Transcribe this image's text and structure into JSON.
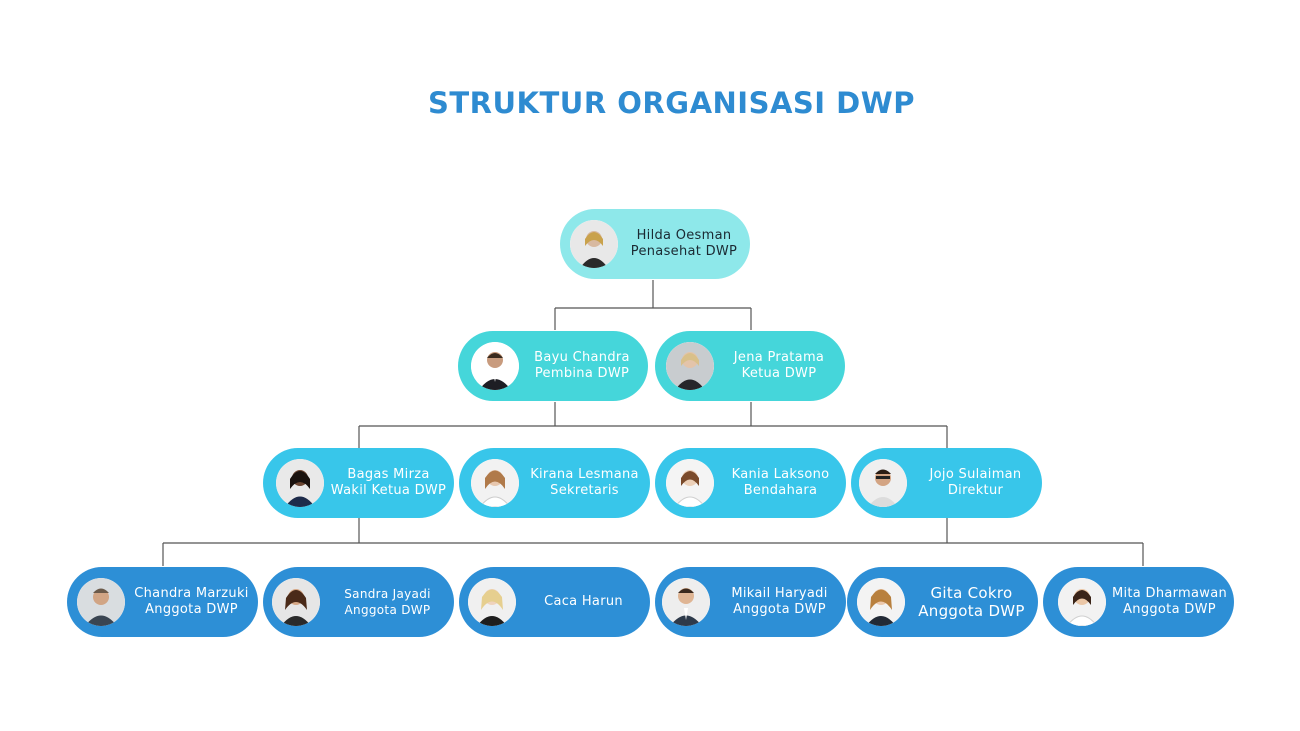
{
  "title": "STRUKTUR ORGANISASI DWP",
  "colors": {
    "title": "#2e8bd1",
    "level_0": "#8ee8ea",
    "level_1": "#45d6da",
    "level_2": "#38c6ea",
    "level_3": "#2d8fd6",
    "connector": "#555555"
  },
  "levels": [
    [
      {
        "name": "Hilda Oesman",
        "role": "Penasehat DWP",
        "avatar": "woman-photo-icon"
      }
    ],
    [
      {
        "name": "Bayu Chandra",
        "role": "Pembina DWP",
        "avatar": "man-photo-icon"
      },
      {
        "name": "Jena Pratama",
        "role": "Ketua DWP",
        "avatar": "woman-photo-icon"
      }
    ],
    [
      {
        "name": "Bagas Mirza",
        "role": "Wakil Ketua DWP",
        "avatar": "woman-photo-icon"
      },
      {
        "name": "Kirana Lesmana",
        "role": "Sekretaris",
        "avatar": "woman-photo-icon"
      },
      {
        "name": "Kania Laksono",
        "role": "Bendahara",
        "avatar": "woman-photo-icon"
      },
      {
        "name": "Jojo Sulaiman",
        "role": "Direktur",
        "avatar": "man-photo-icon"
      }
    ],
    [
      {
        "name": "Chandra Marzuki",
        "role": "Anggota DWP",
        "avatar": "man-photo-icon"
      },
      {
        "name": "Sandra Jayadi",
        "role": "Anggota DWP",
        "avatar": "woman-photo-icon"
      },
      {
        "name": "Caca Harun",
        "role": "",
        "avatar": "woman-photo-icon"
      },
      {
        "name": "Mikail Haryadi",
        "role": "Anggota DWP",
        "avatar": "man-photo-icon"
      },
      {
        "name": "Gita Cokro",
        "role": "Anggota DWP",
        "avatar": "woman-photo-icon"
      },
      {
        "name": "Mita Dharmawan",
        "role": "Anggota DWP",
        "avatar": "woman-photo-icon"
      }
    ]
  ]
}
